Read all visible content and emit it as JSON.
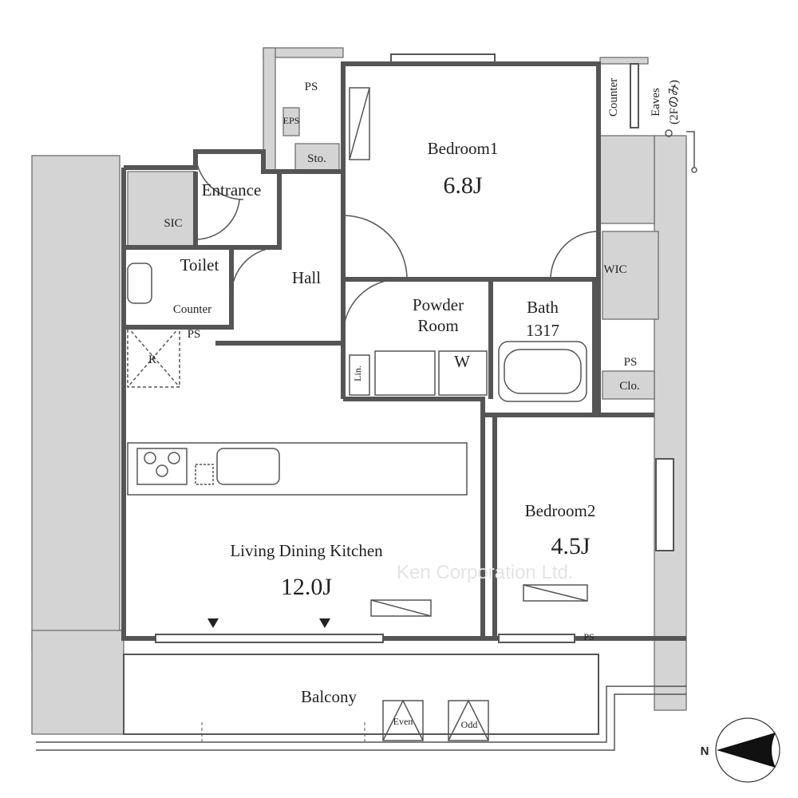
{
  "rooms": {
    "bedroom1": {
      "name": "Bedroom1",
      "size": "6.8J"
    },
    "bedroom2": {
      "name": "Bedroom2",
      "size": "4.5J"
    },
    "ldk": {
      "name": "Living Dining Kitchen",
      "size": "12.0J"
    },
    "entrance": "Entrance",
    "hall": "Hall",
    "toilet": "Toilet",
    "powder_room": [
      "Powder",
      "Room"
    ],
    "bath": [
      "Bath",
      "1317"
    ],
    "balcony": "Balcony",
    "sic": "SIC",
    "wic": "WIC"
  },
  "labels": {
    "ps_top": "PS",
    "eps": "EPS",
    "sto": "Sto.",
    "counter_top": "Counter",
    "eaves": "Eaves",
    "eaves_note": "(2Fのみ)",
    "counter_toilet": "Counter",
    "ps_toilet": "PS",
    "refrigerator": "R",
    "linen": "Lin.",
    "washer": "W",
    "ps_right": "PS",
    "closet": "Clo.",
    "ps_bottom": "PS",
    "even": "Even",
    "odd": "Odd"
  },
  "compass": {
    "north": "N"
  },
  "watermark": "Ken Corporation Ltd."
}
